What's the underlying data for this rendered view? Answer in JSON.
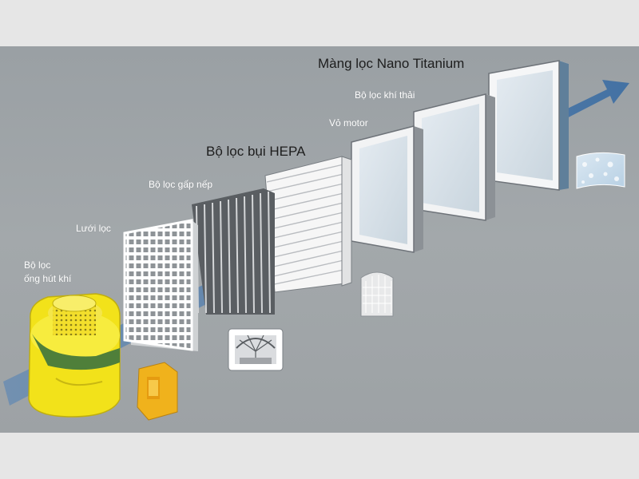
{
  "labels": {
    "nano_titanium": "Màng lọc Nano Titanium",
    "exhaust_filter": "Bộ lọc khí thải",
    "motor_housing": "Vỏ motor",
    "hepa_filter": "Bộ lọc bụi HEPA",
    "pleated_filter": "Bộ lọc gấp nếp",
    "mesh_filter": "Lưới lọc",
    "intake_filter_line1": "Bộ lọc",
    "intake_filter_line2": "ống hút khí"
  },
  "colors": {
    "background": "#a0a5a8",
    "frame": "#f2f3f4",
    "frame_edge": "#6e7379",
    "airflow": "#4d79a8",
    "filter_yellow": "#f2e21a",
    "filter_green": "#4f7f3a",
    "part_orange": "#f0b21c",
    "nano_membrane": "#bcd6ea"
  }
}
